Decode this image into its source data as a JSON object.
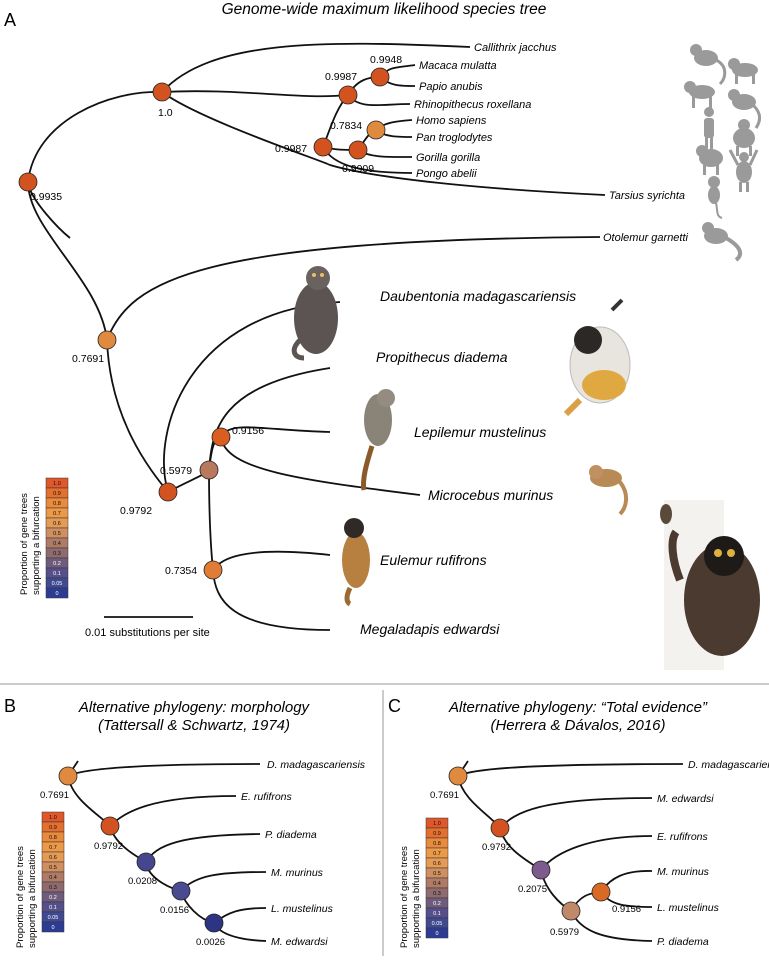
{
  "panels": {
    "a": {
      "letter": "A",
      "title": "Genome-wide maximum likelihood species tree",
      "taxa": {
        "callithrix": "Callithrix jacchus",
        "macaca": "Macaca mulatta",
        "papio": "Papio anubis",
        "rhinopithecus": "Rhinopithecus roxellana",
        "homo": "Homo sapiens",
        "pan": "Pan troglodytes",
        "gorilla": "Gorilla gorilla",
        "pongo": "Pongo abelii",
        "tarsius": "Tarsius syrichta",
        "otolemur": "Otolemur garnetti",
        "daubentonia": "Daubentonia madagascariensis",
        "propithecus": "Propithecus diadema",
        "lepilemur": "Lepilemur mustelinus",
        "microcebus": "Microcebus murinus",
        "eulemur": "Eulemur rufifrons",
        "megaladapis": "Megaladapis edwardsi"
      },
      "support": {
        "root": "0.9935",
        "anthropoid": "1.0",
        "catarrhini": "0.9987",
        "papionini": "0.9948",
        "hominidae": "0.9987",
        "homininae": "0.9909",
        "homo_pan": "0.7834",
        "strepsirrhini": "0.7691",
        "lemuriformes": "0.9792",
        "indriids": "0.5979",
        "lepilemur_microcebus": "0.9156",
        "eulemur_megaladapis": "0.7354"
      },
      "support_colors": {
        "root": "#d2531f",
        "anthropoid": "#d2531f",
        "catarrhini": "#d2531f",
        "papionini": "#d2531f",
        "hominidae": "#d2531f",
        "homininae": "#d2531f",
        "homo_pan": "#e08a40",
        "strepsirrhini": "#e08a40",
        "lemuriformes": "#d2531f",
        "indriids": "#b9795f",
        "lepilemur_microcebus": "#d95e20",
        "eulemur_megaladapis": "#e07c36"
      },
      "scale_bar": "0.01 substitutions per site"
    },
    "b": {
      "letter": "B",
      "title_line1": "Alternative phylogeny: morphology",
      "title_line2": "(Tattersall & Schwartz, 1974)",
      "taxa": {
        "t1": "D. madagascariensis",
        "t2": "E. rufifrons",
        "t3": "P. diadema",
        "t4": "M. murinus",
        "t5": "L. mustelinus",
        "t6": "M. edwardsi"
      },
      "support": {
        "n1": "0.7691",
        "n2": "0.9792",
        "n3": "0.0208",
        "n4": "0.0156",
        "n5": "0.0026"
      },
      "support_colors": {
        "n1": "#e08a40",
        "n2": "#d2531f",
        "n3": "#46468f",
        "n4": "#4a4a90",
        "n5": "#2e3484"
      }
    },
    "c": {
      "letter": "C",
      "title_line1": "Alternative phylogeny: “Total evidence”",
      "title_line2": "(Herrera & Dávalos, 2016)",
      "taxa": {
        "t1": "D. madagascariensis",
        "t2": "M. edwardsi",
        "t3": "E. rufifrons",
        "t4": "M. murinus",
        "t5": "L. mustelinus",
        "t6": "P. diadema"
      },
      "support": {
        "n1": "0.7691",
        "n2": "0.9792",
        "n3": "0.2075",
        "n4": "0.9156",
        "n5": "0.5979"
      },
      "support_colors": {
        "n1": "#e08a40",
        "n2": "#d2531f",
        "n3": "#7d5b8e",
        "n4": "#d96a26",
        "n5": "#c08a6a"
      }
    }
  },
  "legend": {
    "caption_line1": "Proportion of gene trees",
    "caption_line2": "supporting a bifurcation",
    "values": [
      "1.0",
      "0.9",
      "0.8",
      "0.7",
      "0.6",
      "0.5",
      "0.4",
      "0.3",
      "0.2",
      "0.1",
      "0.05",
      "0"
    ],
    "colors": [
      "#e0572a",
      "#e4702f",
      "#e98a3c",
      "#ec9a48",
      "#e59a55",
      "#cf8f60",
      "#b07b66",
      "#8f6b70",
      "#6f5c7c",
      "#56508a",
      "#404a92",
      "#2d3c92"
    ]
  }
}
